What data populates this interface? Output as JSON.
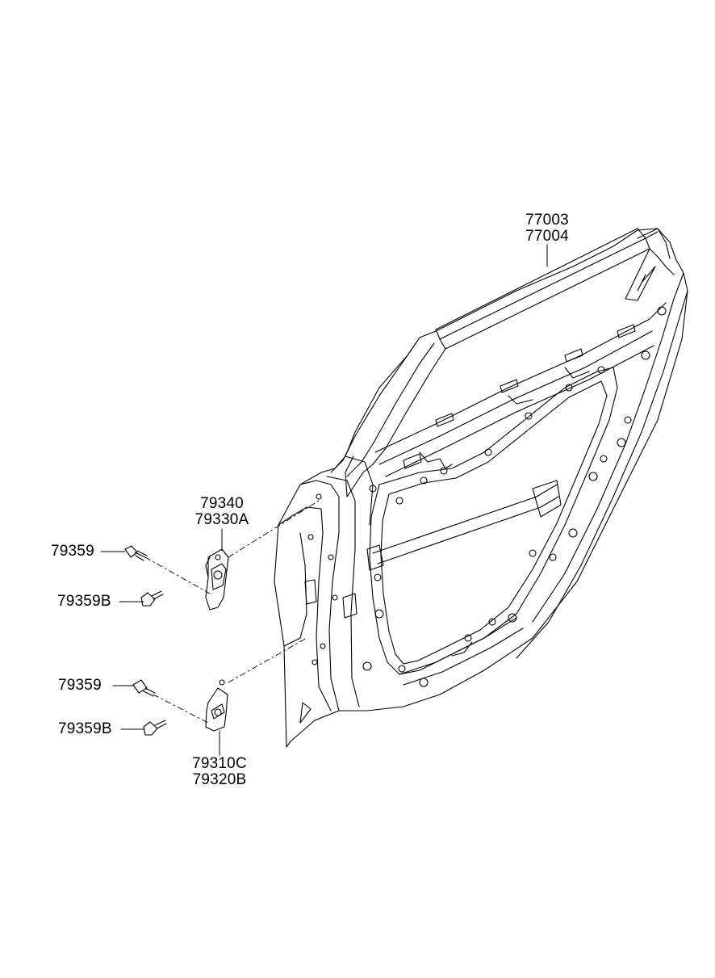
{
  "callouts": {
    "door_panel": {
      "line1": "77003",
      "line2": "77004"
    },
    "upper_hinge": {
      "line1": "79340",
      "line2": "79330A"
    },
    "lower_hinge": {
      "line1": "79310C",
      "line2": "79320B"
    },
    "upper_bolt_top": "79359",
    "upper_bolt_bottom": "79359B",
    "lower_bolt_top": "79359",
    "lower_bolt_bottom": "79359B"
  },
  "colors": {
    "ink": "#000000",
    "background": "#ffffff"
  }
}
